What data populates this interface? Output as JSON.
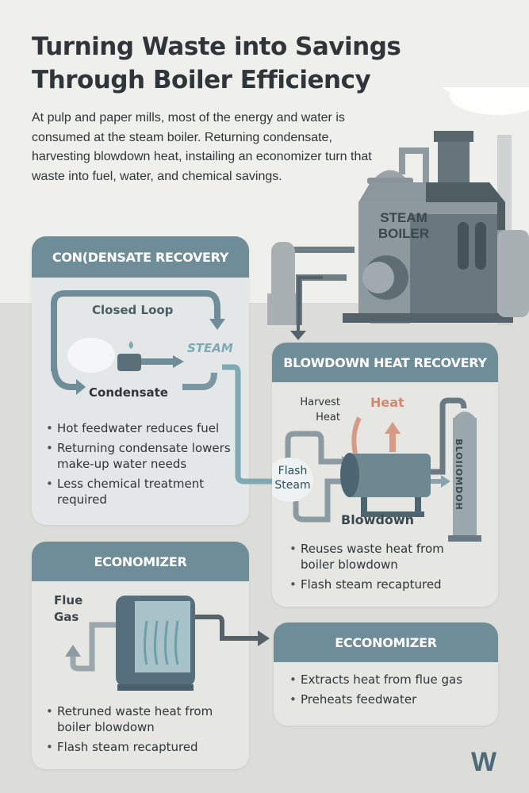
{
  "header": {
    "title": "Turning Waste into Savings Through Boiler Efficiency",
    "intro": "At pulp and paper mills, most of the energy and water is consumed at the steam boiler. Returning condensate, harvesting blowdown heat, instailing an economizer turn that waste into fuel, water, and chemical savings."
  },
  "boiler": {
    "label_line1": "STEAM",
    "label_line2": "BOILER"
  },
  "condensate": {
    "title": "CON(DENSATE RECOVERY",
    "closed_loop": "Closed Loop",
    "steam": "STEAM",
    "condensate": "Condensate",
    "bullets": [
      "Hot feedwater reduces fuel",
      "Returning condensate lowers make-up water needs",
      "Less chemical treatment required"
    ]
  },
  "blowdown": {
    "title": "BLOWDOWN HEAT RECOVERY",
    "harvest_heat": "Harvest Heat",
    "heat": "Heat",
    "flash_steam": "Flash Steam",
    "blowdown": "Blowdown",
    "tank_label": "BLOIIOMDOH",
    "bullets": [
      "Reuses waste heat from boiler blowdown",
      "Flash steam recaptured"
    ]
  },
  "economizer": {
    "title": "ECONOMIZER",
    "flue_gas": "Flue Gas",
    "bullets": [
      "Retruned waste heat from boiler blowdown",
      "Flash steam recaptured"
    ]
  },
  "ecconomizer": {
    "title": "ECCONOMIZER",
    "bullets": [
      "Extracts heat from flue gas",
      "Preheats feedwater"
    ]
  },
  "logo": "W",
  "colors": {
    "accent": "#6f8d99",
    "dark": "#4a6370",
    "heat": "#d08a74",
    "teal": "#7fa9b3"
  }
}
